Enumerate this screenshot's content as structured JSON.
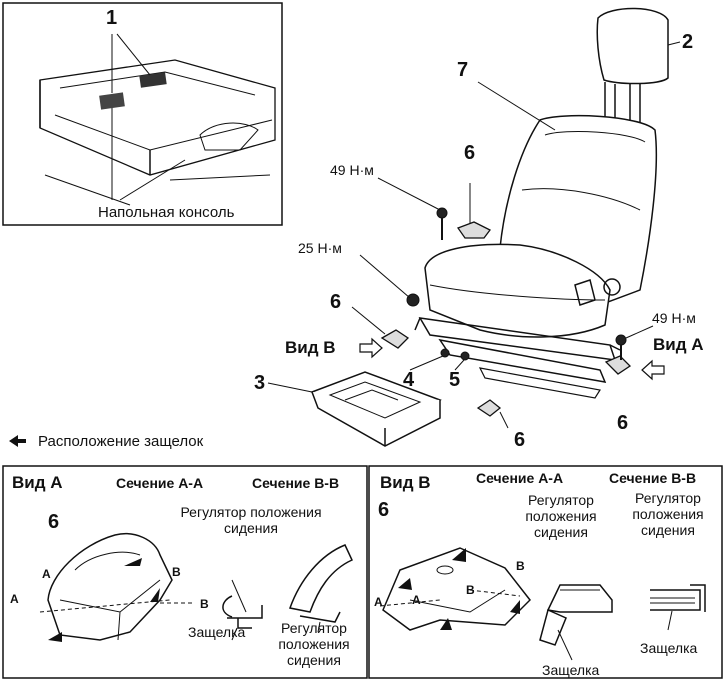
{
  "inset": {
    "part_label": "1",
    "caption": "Напольная консоль"
  },
  "main_labels": {
    "headrest": "2",
    "seat": "7",
    "cover_top": "6",
    "cover_left": "6",
    "cover_bottom": "6",
    "cover_right": "6",
    "tray": "3",
    "bolt_4": "4",
    "bolt_5": "5",
    "torque_top": "49 Н·м",
    "torque_mid": "25 Н·м",
    "torque_right": "49 Н·м",
    "view_b": "Вид B",
    "view_a": "Вид A"
  },
  "legend": {
    "text": "Расположение защелок"
  },
  "panel_a": {
    "title": "Вид A",
    "part": "6",
    "section_aa": "Сечение A-A",
    "section_bb": "Сечение B-B",
    "regulator_caption": "Регулятор положения сидения",
    "latch_caption": "Защелка",
    "regulator_caption_2": "Регулятор положения сидения",
    "mark_a_1": "A",
    "mark_a_2": "A",
    "mark_b_1": "B",
    "mark_b_2": "B"
  },
  "panel_b": {
    "title": "Вид B",
    "part": "6",
    "section_aa": "Сечение A-A",
    "section_bb": "Сечение B-B",
    "regulator_caption_aa": "Регулятор положения сидения",
    "regulator_caption_bb": "Регулятор положения сидения",
    "latch_caption_aa": "Защелка",
    "latch_caption_bb": "Защелка",
    "mark_a_1": "A",
    "mark_a_2": "A",
    "mark_b_1": "B",
    "mark_b_2": "B"
  }
}
